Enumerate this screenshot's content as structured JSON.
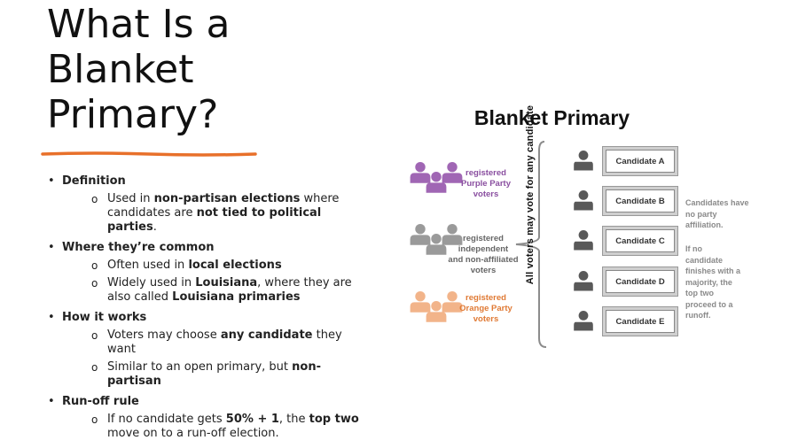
{
  "slide": {
    "title_lines": [
      "What Is a",
      "Blanket",
      "Primary?"
    ],
    "accent_color": "#e8702a"
  },
  "bullets": [
    {
      "head": "Definition",
      "subs": [
        [
          {
            "t": "Used in "
          },
          {
            "t": "non-partisan elections",
            "b": true
          },
          {
            "t": " where candidates are "
          },
          {
            "t": "not tied to political parties",
            "b": true
          },
          {
            "t": "."
          }
        ]
      ]
    },
    {
      "head": "Where they’re common",
      "subs": [
        [
          {
            "t": "Often used in "
          },
          {
            "t": "local elections",
            "b": true
          }
        ],
        [
          {
            "t": "Widely used in "
          },
          {
            "t": "Louisiana",
            "b": true
          },
          {
            "t": ", where they are also called "
          },
          {
            "t": "Louisiana primaries",
            "b": true
          }
        ]
      ]
    },
    {
      "head": "How it works",
      "subs": [
        [
          {
            "t": "Voters may choose "
          },
          {
            "t": "any candidate",
            "b": true
          },
          {
            "t": " they want"
          }
        ],
        [
          {
            "t": "Similar to an open primary, but "
          },
          {
            "t": "non-partisan",
            "b": true
          }
        ]
      ]
    },
    {
      "head": "Run-off rule",
      "subs": [
        [
          {
            "t": "If no candidate gets "
          },
          {
            "t": "50% + 1",
            "b": true
          },
          {
            "t": ", the "
          },
          {
            "t": "top two",
            "b": true
          },
          {
            "t": " move on to a run-off election."
          }
        ]
      ]
    }
  ],
  "diagram": {
    "title": "Blanket Primary",
    "groups": [
      {
        "lines": [
          "registered",
          "Purple Party",
          "voters"
        ],
        "color": "#a066b4",
        "text_color": "#8a4fa0"
      },
      {
        "lines": [
          "registered",
          "independent",
          "and non-affiliated",
          "voters"
        ],
        "color": "#9a9a9a",
        "text_color": "#666666"
      },
      {
        "lines": [
          "registered",
          "Orange Party",
          "voters"
        ],
        "color": "#f2b48a",
        "text_color": "#e07a35"
      }
    ],
    "vertical_label": "All voters may vote for any candidate",
    "candidates": [
      "Candidate A",
      "Candidate B",
      "Candidate C",
      "Candidate D",
      "Candidate E"
    ],
    "person_icon_color": "#595959",
    "notes": [
      [
        "Candidates have",
        "no party",
        "affiliation."
      ],
      [
        "If no",
        "candidate",
        "finishes with a",
        "majority, the",
        "top two",
        "proceed to a",
        "runoff."
      ]
    ]
  }
}
